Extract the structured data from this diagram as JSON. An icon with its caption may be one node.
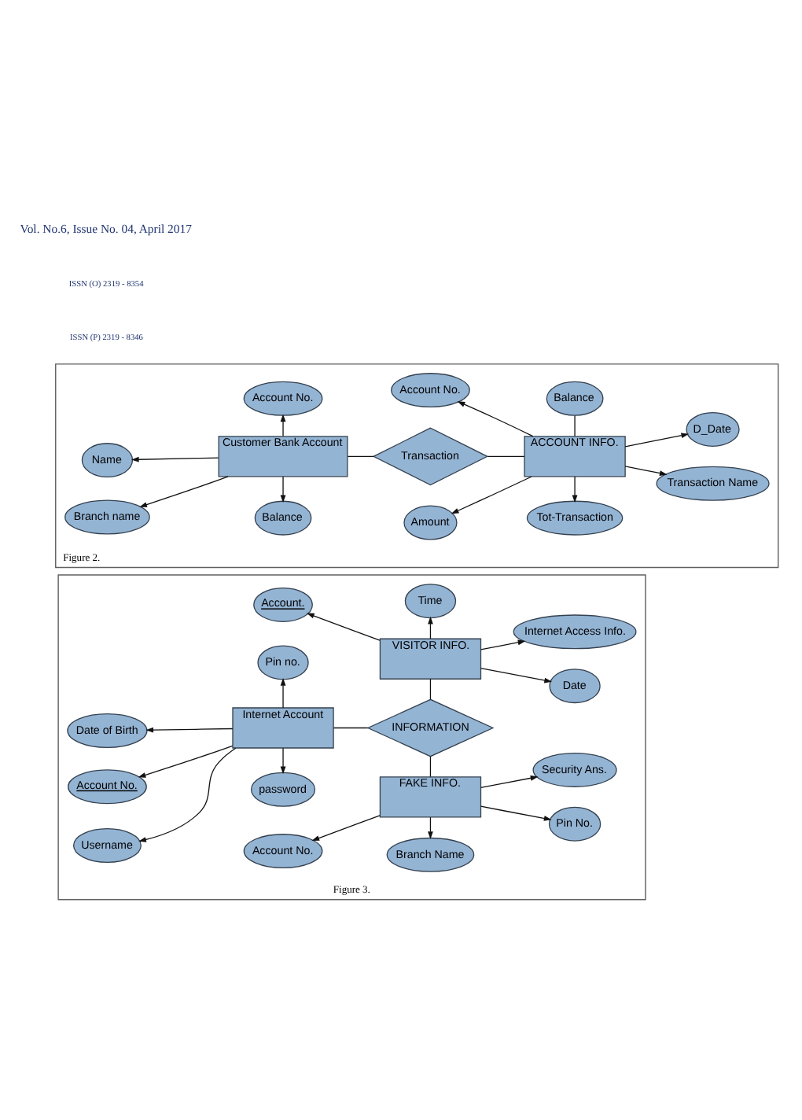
{
  "diagram": {
    "nodes": [
      {
        "text": [
          "Figure 2."
        ]
      },
      {
        "text": [
          "Balance"
        ],
        "in": 0
      },
      {
        "text": [
          "Account No."
        ],
        "in": 0
      },
      {
        "text": [
          "Name"
        ],
        "in": 0
      },
      {
        "text": [
          "Account No."
        ],
        "in": 0
      },
      {
        "text": [
          "Transaction Name"
        ],
        "in": 0
      },
      {
        "text": [
          "Customer Bank Account"
        ],
        "in": 0
      },
      {
        "text": [
          "Transaction"
        ],
        "in": 0
      },
      {
        "text": [
          "ACCOUNT INFO."
        ],
        "in": 0
      },
      {
        "text": [
          "Branch name"
        ],
        "in": 0
      },
      {
        "text": [
          "Balance"
        ],
        "in": 0
      },
      {
        "text": [
          "Amount"
        ],
        "in": 0
      },
      {
        "text": [
          "D_Date"
        ],
        "in": 0
      },
      {
        "text": [
          "Tot-Transaction"
        ],
        "in": 0
      },
      {
        "text": [
          "Figure 3."
        ]
      },
      {
        "text": [
          "Time"
        ],
        "in": 14
      },
      {
        "text": [
          "Date"
        ],
        "in": 14
      },
      {
        "text": [
          "Account."
        ],
        "in": 14
      },
      {
        "text": [
          "VISITOR INFO."
        ],
        "in": 14
      },
      {
        "text": [
          "Date of Birth"
        ],
        "in": 14
      },
      {
        "text": [
          "Internet Access Info."
        ],
        "in": 14
      },
      {
        "text": [
          "Internet Account"
        ],
        "in": 14
      },
      {
        "text": [
          "INFORMATION"
        ],
        "in": 14
      },
      {
        "text": [
          "Account No."
        ],
        "in": 14
      },
      {
        "text": [
          "Pin No."
        ],
        "in": 14
      },
      {
        "text": [
          "Pin no."
        ],
        "in": 14
      },
      {
        "text": [
          "Username"
        ],
        "in": 14
      },
      {
        "text": [
          "FAKE INFO."
        ],
        "in": 14
      },
      {
        "text": [
          "password"
        ],
        "in": 14
      },
      {
        "text": [
          "Security Ans."
        ],
        "in": 14
      },
      {
        "text": [
          "Account No."
        ],
        "in": 14
      },
      {
        "text": [
          "Branch Name"
        ],
        "in": 14
      }
    ],
    "edges": [
      {
        "from": 6,
        "to": 3,
        "arrow": "to"
      },
      {
        "from": 6,
        "to": 4,
        "arrow": "to"
      },
      {
        "from": 6,
        "to": 9,
        "arrow": "to"
      },
      {
        "from": 6,
        "to": 10,
        "arrow": "to"
      },
      {
        "from": 6,
        "to": 7,
        "arrow": "none"
      },
      {
        "from": 7,
        "to": 8,
        "arrow": "none"
      },
      {
        "from": 8,
        "to": 2,
        "arrow": "to"
      },
      {
        "from": 8,
        "to": 1,
        "arrow": "none"
      },
      {
        "from": 8,
        "to": 5,
        "arrow": "to"
      },
      {
        "from": 8,
        "to": 11,
        "arrow": "to"
      },
      {
        "from": 8,
        "to": 13,
        "arrow": "to"
      },
      {
        "from": 8,
        "to": 12,
        "arrow": "to"
      },
      {
        "from": 18,
        "to": 15,
        "arrow": "to"
      },
      {
        "from": 18,
        "to": 16,
        "arrow": "to"
      },
      {
        "from": 18,
        "to": 17,
        "arrow": "to"
      },
      {
        "from": 18,
        "to": 20,
        "arrow": "to"
      },
      {
        "from": 18,
        "to": 22,
        "arrow": "none"
      },
      {
        "from": 21,
        "to": 19,
        "arrow": "to"
      },
      {
        "from": 21,
        "to": 22,
        "arrow": "none"
      },
      {
        "from": 21,
        "to": 23,
        "arrow": "to"
      },
      {
        "from": 21,
        "to": 26,
        "arrow": "to"
      },
      {
        "from": 21,
        "to": 28,
        "arrow": "to"
      },
      {
        "from": 21,
        "to": 25,
        "arrow": "to"
      },
      {
        "from": 22,
        "to": 27,
        "arrow": "none"
      },
      {
        "from": 27,
        "to": 24,
        "arrow": "to"
      },
      {
        "from": 27,
        "to": 30,
        "arrow": "to"
      },
      {
        "from": 27,
        "to": 31,
        "arrow": "to"
      },
      {
        "from": 27,
        "to": 29,
        "arrow": "to"
      }
    ],
    "labels": [
      "Vol. No.6, Issue No. 04, April 2017",
      "ISSN (O) 2319 - 8354",
      "ISSN (P) 2319 - 8346"
    ]
  }
}
